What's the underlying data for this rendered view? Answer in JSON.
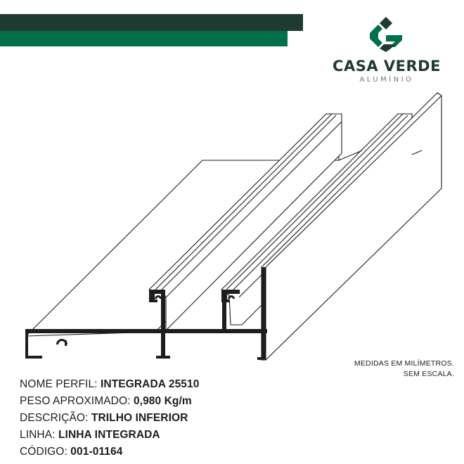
{
  "brand": {
    "name": "CASA VERDE",
    "subtitle": "ALUMÍNIO",
    "colors": {
      "dark": "#1f3a30",
      "green": "#00704a"
    }
  },
  "note": {
    "line1": "MEDIDAS EM MILÍMETROS.",
    "line2": "SEM ESCALA."
  },
  "specs": [
    {
      "label": "NOME PERFIL:",
      "value": "INTEGRADA 25510"
    },
    {
      "label": "PESO APROXIMADO:",
      "value": "0,980 Kg/m"
    },
    {
      "label": "DESCRIÇÃO:",
      "value": "TRILHO INFERIOR"
    },
    {
      "label": "LINHA:",
      "value": "LINHA INTEGRADA"
    },
    {
      "label": "CÓDIGO:",
      "value": "001-01164"
    }
  ]
}
